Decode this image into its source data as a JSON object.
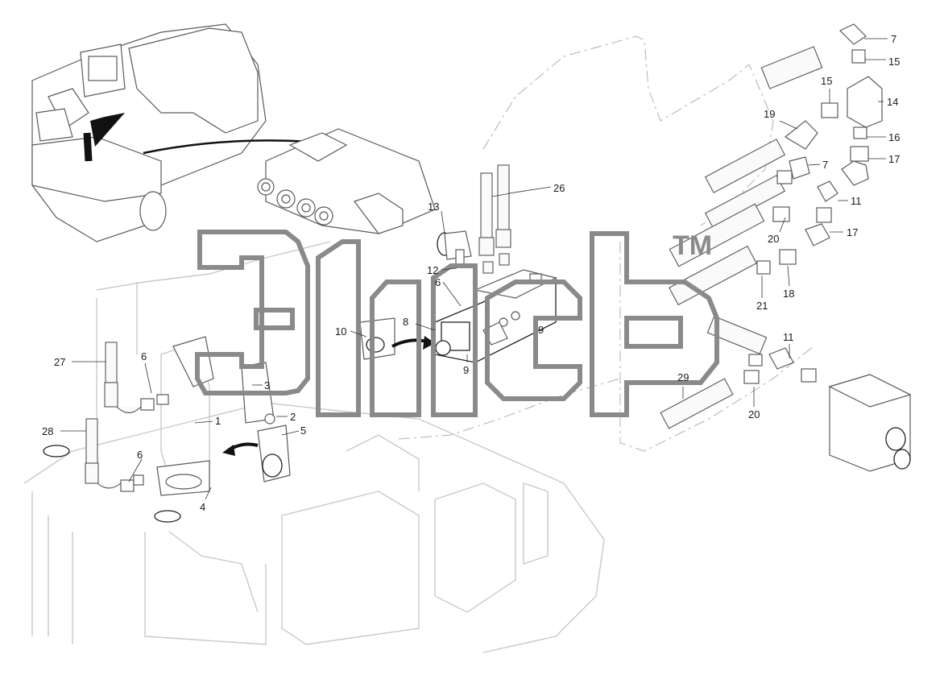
{
  "diagram": {
    "watermark": {
      "tm": "TM"
    },
    "callouts": [
      {
        "id": "c-7a",
        "label": "7"
      },
      {
        "id": "c-15a",
        "label": "15"
      },
      {
        "id": "c-15b",
        "label": "15"
      },
      {
        "id": "c-14",
        "label": "14"
      },
      {
        "id": "c-19",
        "label": "19"
      },
      {
        "id": "c-16",
        "label": "16"
      },
      {
        "id": "c-17a",
        "label": "17"
      },
      {
        "id": "c-7b",
        "label": "7"
      },
      {
        "id": "c-11a",
        "label": "11"
      },
      {
        "id": "c-26",
        "label": "26"
      },
      {
        "id": "c-13",
        "label": "13"
      },
      {
        "id": "c-20a",
        "label": "20"
      },
      {
        "id": "c-17b",
        "label": "17"
      },
      {
        "id": "c-12",
        "label": "12"
      },
      {
        "id": "c-6a",
        "label": "6"
      },
      {
        "id": "c-18",
        "label": "18"
      },
      {
        "id": "c-21",
        "label": "21"
      },
      {
        "id": "c-8",
        "label": "8"
      },
      {
        "id": "c-9a",
        "label": "9"
      },
      {
        "id": "c-10",
        "label": "10"
      },
      {
        "id": "c-9b",
        "label": "9"
      },
      {
        "id": "c-11b",
        "label": "11"
      },
      {
        "id": "c-27",
        "label": "27"
      },
      {
        "id": "c-6b",
        "label": "6"
      },
      {
        "id": "c-3",
        "label": "3"
      },
      {
        "id": "c-29",
        "label": "29"
      },
      {
        "id": "c-2",
        "label": "2"
      },
      {
        "id": "c-1",
        "label": "1"
      },
      {
        "id": "c-5",
        "label": "5"
      },
      {
        "id": "c-20b",
        "label": "20"
      },
      {
        "id": "c-28",
        "label": "28"
      },
      {
        "id": "c-6c",
        "label": "6"
      },
      {
        "id": "c-4",
        "label": "4"
      }
    ]
  }
}
